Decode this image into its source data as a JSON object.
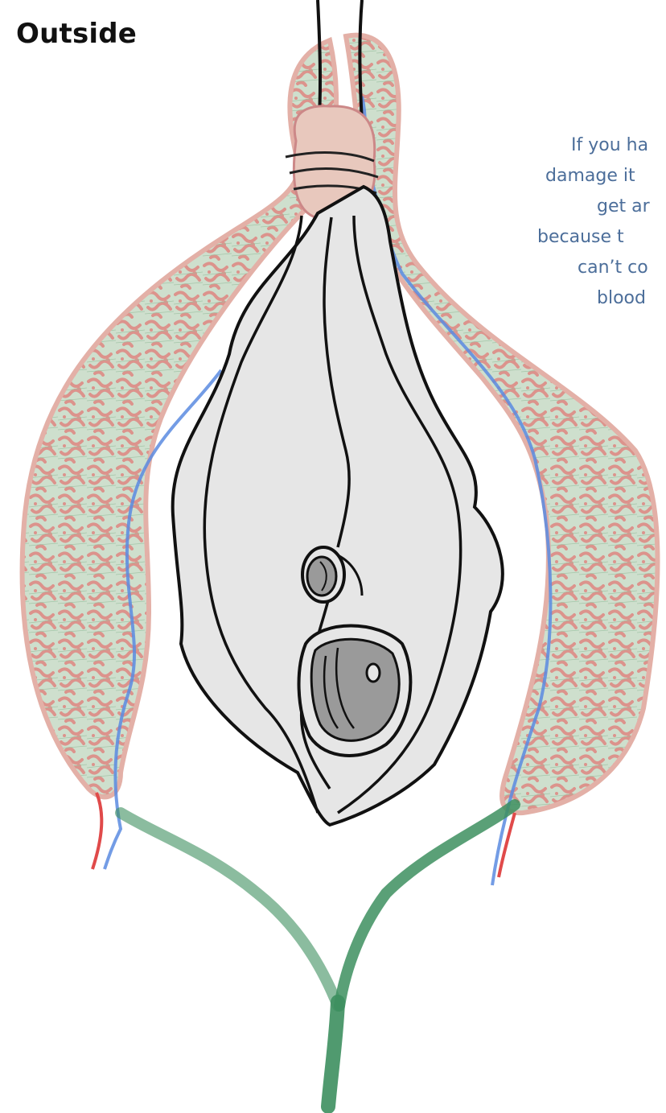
{
  "title": "Outside",
  "note_lines": [
    "If you ha",
    "damage it",
    "get ar",
    "because t",
    "can’t co",
    "blood"
  ],
  "colors": {
    "tissue_red": "#d98880",
    "tissue_green": "#7fae87",
    "nerve_green": "#3d8f5f",
    "vein_blue": "#5b8be0",
    "artery_red": "#e04a4a",
    "vulva_fill": "#e6e6e6",
    "opening_gray": "#9a9a9a",
    "note_text": "#4c6e9a"
  }
}
